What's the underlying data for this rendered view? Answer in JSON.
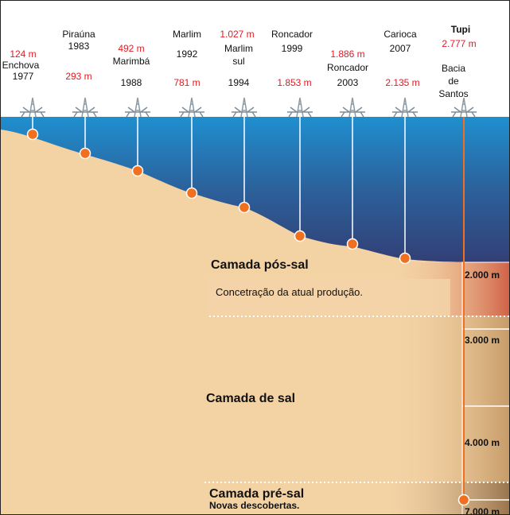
{
  "fields": [
    {
      "depth": "124 m",
      "name": "Enchova",
      "year": "1977"
    },
    {
      "name": "Piraúna",
      "year": "1983",
      "depth": "293 m"
    },
    {
      "depth": "492 m",
      "name": "Marimbá",
      "year": "1988"
    },
    {
      "name": "Marlim",
      "year": "1992",
      "depth": "781 m"
    },
    {
      "depth": "1.027 m",
      "name": "Marlim sul",
      "year": "1994"
    },
    {
      "name": "Roncador",
      "year": "1999",
      "depth": "1.853 m"
    },
    {
      "depth": "1.886 m",
      "name": "Roncador",
      "year": "2003"
    },
    {
      "name": "Carioca",
      "year": "2007",
      "depth": "2.135 m"
    },
    {
      "name": "Tupi",
      "depth": "2.777 m",
      "basin": "Bacia de Santos"
    }
  ],
  "layers": {
    "pos_sal": {
      "title": "Camada pós-sal",
      "subtitle": "Concetração da atual produção."
    },
    "sal": {
      "title": "Camada de sal"
    },
    "pre_sal": {
      "title": "Camada pré-sal",
      "subtitle": "Novas descobertas."
    }
  },
  "depth_scale": [
    "2.000 m",
    "3.000 m",
    "4.000 m",
    "7.000 m"
  ],
  "colors": {
    "water": "#1f8fcf",
    "seabed": "#f3d2a4",
    "well": "#f07020",
    "label_red": "#e01b24"
  }
}
